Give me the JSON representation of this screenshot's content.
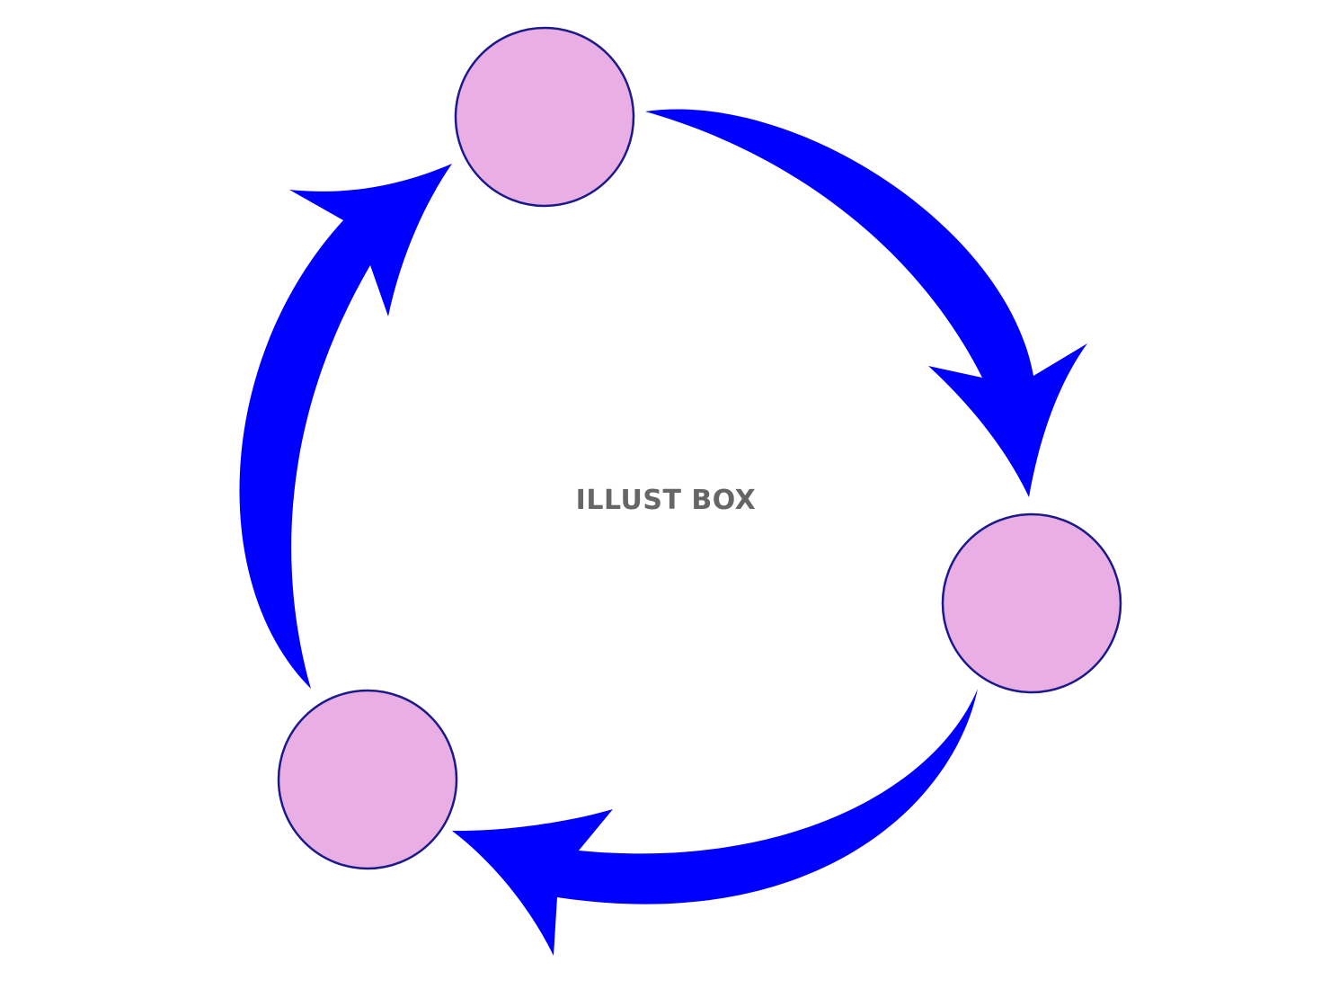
{
  "watermark": {
    "text": "ILLUST BOX"
  },
  "colors": {
    "arrow_fill": "#0000ff",
    "node_fill": "#e9aee3",
    "node_stroke": "#1a1a8c",
    "watermark_fill": "#666666",
    "background": "#ffffff"
  },
  "cycle": {
    "nodes": [
      {
        "id": "node-top",
        "label": ""
      },
      {
        "id": "node-right",
        "label": ""
      },
      {
        "id": "node-bottom-left",
        "label": ""
      }
    ],
    "arrows": [
      {
        "from": "node-top",
        "to": "node-right",
        "direction": "clockwise"
      },
      {
        "from": "node-right",
        "to": "node-bottom-left",
        "direction": "clockwise"
      },
      {
        "from": "node-bottom-left",
        "to": "node-top",
        "direction": "clockwise"
      }
    ]
  }
}
